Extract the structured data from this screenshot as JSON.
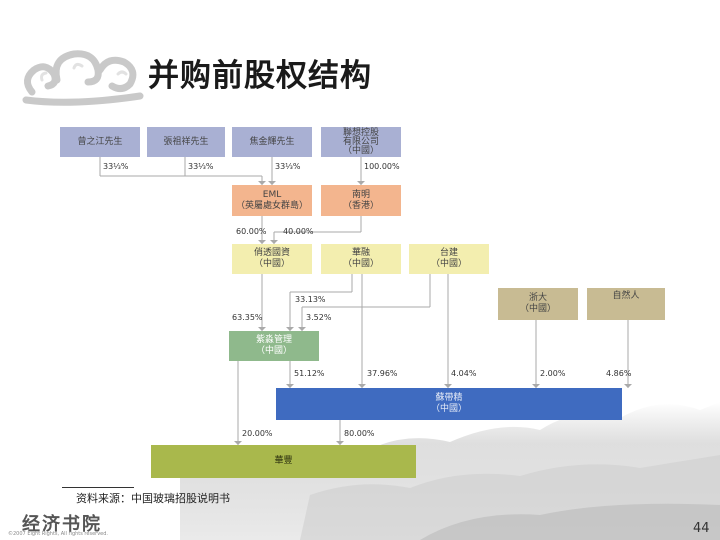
{
  "title": "并购前股权结构",
  "entities": {
    "zeng": "曾之江先生",
    "zhang": "張祖祥先生",
    "jiao": "焦金輝先生",
    "lianxiang": [
      "聯想控股",
      "有限公司",
      "（中國）"
    ],
    "eml": [
      "EML",
      "（英屬處女群島）"
    ],
    "nanming": [
      "南明",
      "（香港）"
    ],
    "qiaoxin": [
      "俏透國資",
      "（中國）"
    ],
    "huarong": [
      "華融",
      "（中國）"
    ],
    "taijian": [
      "台建",
      "（中國）"
    ],
    "zheda": [
      "浙大",
      "（中國）"
    ],
    "naturals": "自然人",
    "zilian": [
      "紫淼管理",
      "（中國）"
    ],
    "jiaotong": [
      "蘇帶精",
      "（中國）"
    ],
    "target": "華豐"
  },
  "percentages": {
    "zeng_eml": "33⅓%",
    "zhang_eml": "33⅓%",
    "jiao_eml": "33⅓%",
    "lianxiang_nanming": "100.00%",
    "eml_qiaoxin": "60.00%",
    "nanming_qiaoxin": "40.00%",
    "huarong_zilian": "33.13%",
    "qiaoxin_zilian": "63.35%",
    "taijian_zilian": "3.52%",
    "zilian_main": "51.12%",
    "huarong_main": "37.96%",
    "taijian_main": "4.04%",
    "zheda_main": "2.00%",
    "naturals_main": "4.86%",
    "left_target": "20.00%",
    "main_target": "80.00%"
  },
  "colors": {
    "top_row": "#a9b0d3",
    "mid_orange": "#f3b58e",
    "mid_yellow": "#f3eeaf",
    "tan": "#c8bb93",
    "green": "#8fb98c",
    "main_blue": "#3f6bc0",
    "target_olive": "#a9b84c",
    "connector": "#aaaaaa"
  },
  "source": "资料来源：中国玻璃招股说明书",
  "brand": "经济书院",
  "copyright": "©2007 Eight Rights, All rights reserved.",
  "page_number": "44",
  "logo_icon": "cloud-swirl-icon"
}
